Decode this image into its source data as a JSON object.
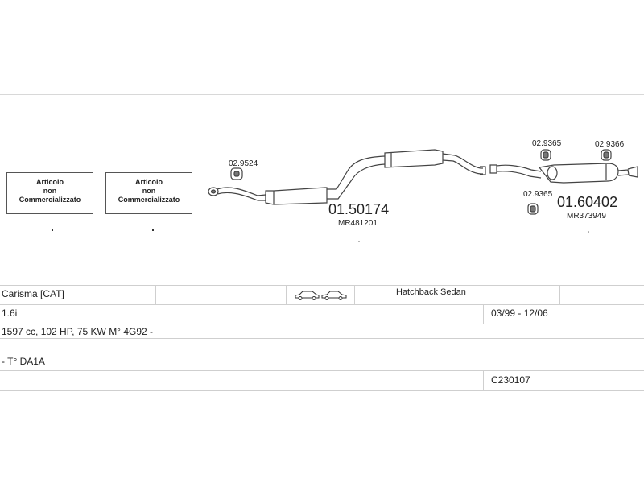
{
  "diagram": {
    "boxes": [
      {
        "line1": "Articolo",
        "line2": "non",
        "line3": "Commercializzato"
      },
      {
        "line1": "Articolo",
        "line2": "non",
        "line3": "Commercializzato"
      }
    ],
    "parts": [
      {
        "code": "02.9524"
      },
      {
        "code": "01.50174",
        "ref": "MR481201"
      },
      {
        "code": "02.9365"
      },
      {
        "code": "02.9366"
      },
      {
        "code": "02.9365"
      },
      {
        "code": "01.60402",
        "ref": "MR373949"
      }
    ]
  },
  "table": {
    "model": "Carisma  [CAT]",
    "body_type": "Hatchback Sedan",
    "engine": "1.6i",
    "period": "03/99 - 12/06",
    "specs": "1597 cc, 102 HP, 75 KW M° 4G92 -",
    "type_code": "- T° DA1A",
    "catalog_code": "C230107"
  }
}
